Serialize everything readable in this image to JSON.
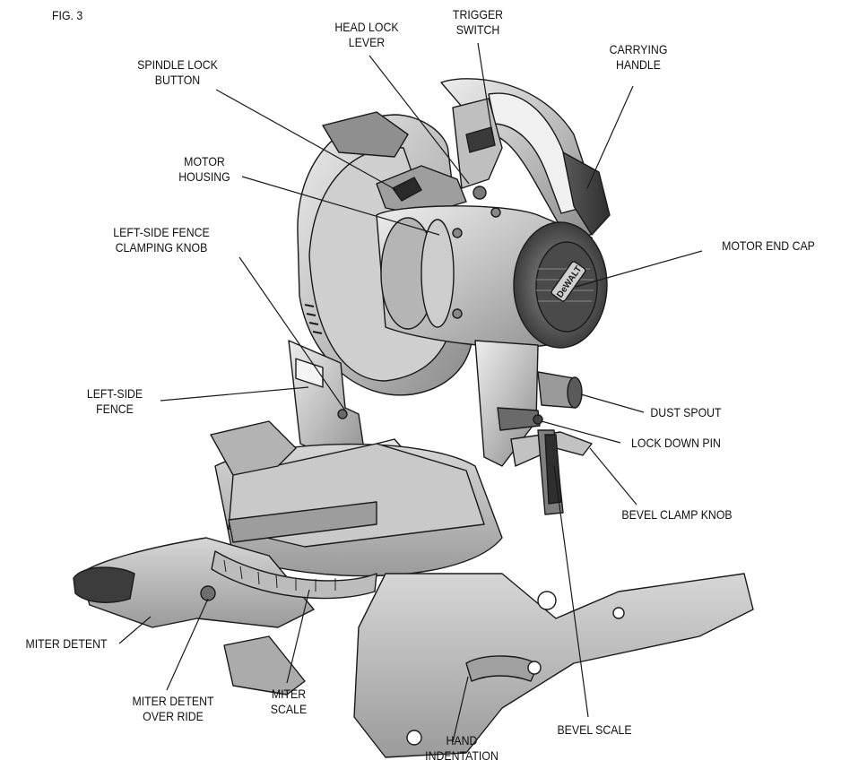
{
  "figure": {
    "number": "FIG. 3"
  },
  "labels": {
    "head_lock_lever": [
      "HEAD LOCK",
      "LEVER"
    ],
    "trigger_switch": [
      "TRIGGER",
      "SWITCH"
    ],
    "carrying_handle": [
      "CARRYING",
      "HANDLE"
    ],
    "spindle_lock_button": [
      "SPINDLE LOCK",
      "BUTTON"
    ],
    "motor_housing": [
      "MOTOR",
      "HOUSING"
    ],
    "left_side_fence_clamping_knob": [
      "LEFT-SIDE FENCE",
      "CLAMPING KNOB"
    ],
    "motor_end_cap": [
      "MOTOR END CAP"
    ],
    "left_side_fence": [
      "LEFT-SIDE",
      "FENCE"
    ],
    "dust_spout": [
      "DUST SPOUT"
    ],
    "lock_down_pin": [
      "LOCK DOWN PIN"
    ],
    "bevel_clamp_knob": [
      "BEVEL CLAMP KNOB"
    ],
    "miter_detent": [
      "MITER DETENT"
    ],
    "miter_detent_over_ride": [
      "MITER DETENT",
      "OVER RIDE"
    ],
    "miter_scale": [
      "MITER",
      "SCALE"
    ],
    "bevel_scale": [
      "BEVEL SCALE"
    ],
    "hand_indentation": [
      "HAND",
      "INDENTATION"
    ]
  },
  "brand_mark": "DeWALT",
  "colors": {
    "line": "#1a1a1a",
    "metal_light": "#d9d9d9",
    "metal_mid": "#a8a8a8",
    "metal_dark": "#6e6e6e",
    "rubber": "#3a3a3a",
    "blade": "#c4c4c4"
  }
}
